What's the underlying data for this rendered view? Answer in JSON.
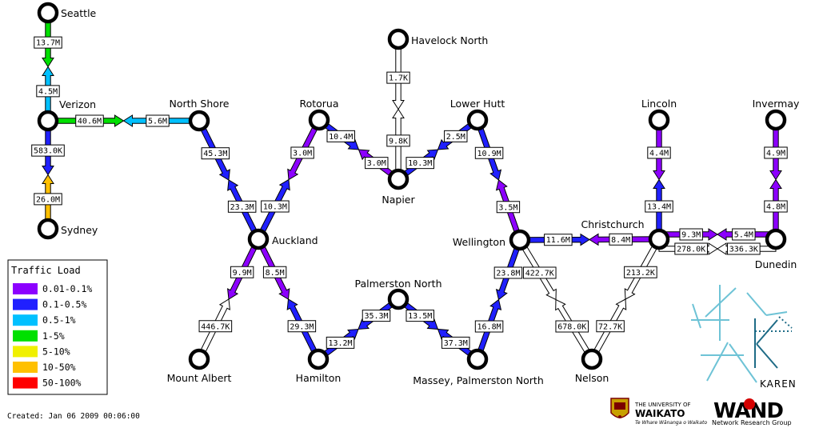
{
  "created": "Created: Jan 06 2009 00:06:00",
  "legend": {
    "title": "Traffic Load",
    "items": [
      {
        "label": "0.01-0.1%",
        "color": "#8c00ff"
      },
      {
        "label": "0.1-0.5%",
        "color": "#2020ff"
      },
      {
        "label": "0.5-1%",
        "color": "#00c0ff"
      },
      {
        "label": "1-5%",
        "color": "#00e000"
      },
      {
        "label": "5-10%",
        "color": "#f0f000"
      },
      {
        "label": "10-50%",
        "color": "#ffc000"
      },
      {
        "label": "50-100%",
        "color": "#ff0000"
      }
    ]
  },
  "nodes": [
    {
      "id": "seattle",
      "label": "Seattle"
    },
    {
      "id": "verizon",
      "label": "Verizon"
    },
    {
      "id": "sydney",
      "label": "Sydney"
    },
    {
      "id": "north_shore",
      "label": "North Shore"
    },
    {
      "id": "auckland",
      "label": "Auckland"
    },
    {
      "id": "rotorua",
      "label": "Rotorua"
    },
    {
      "id": "havelock_north",
      "label": "Havelock North"
    },
    {
      "id": "napier",
      "label": "Napier"
    },
    {
      "id": "lower_hutt",
      "label": "Lower Hutt"
    },
    {
      "id": "wellington",
      "label": "Wellington"
    },
    {
      "id": "christchurch",
      "label": "Christchurch"
    },
    {
      "id": "lincoln",
      "label": "Lincoln"
    },
    {
      "id": "invermay",
      "label": "Invermay"
    },
    {
      "id": "dunedin",
      "label": "Dunedin"
    },
    {
      "id": "mount_albert",
      "label": "Mount Albert"
    },
    {
      "id": "hamilton",
      "label": "Hamilton"
    },
    {
      "id": "palmerston_north",
      "label": "Palmerston North"
    },
    {
      "id": "massey",
      "label": "Massey, Palmerston North"
    },
    {
      "id": "nelson",
      "label": "Nelson"
    }
  ],
  "links": [
    {
      "from": "seattle",
      "to": "verizon",
      "label": "13.7M",
      "color": "#00e000"
    },
    {
      "from": "verizon",
      "to": "seattle",
      "label": "4.5M",
      "color": "#00c0ff"
    },
    {
      "from": "verizon",
      "to": "sydney",
      "label": "583.0K",
      "color": "#2020ff"
    },
    {
      "from": "sydney",
      "to": "verizon",
      "label": "26.0M",
      "color": "#ffc000"
    },
    {
      "from": "verizon",
      "to": "north_shore",
      "label": "40.6M",
      "color": "#00e000"
    },
    {
      "from": "north_shore",
      "to": "verizon",
      "label": "5.6M",
      "color": "#00c0ff"
    },
    {
      "from": "north_shore",
      "to": "auckland",
      "label": "45.3M",
      "color": "#2020ff"
    },
    {
      "from": "auckland",
      "to": "north_shore",
      "label": "23.3M",
      "color": "#2020ff"
    },
    {
      "from": "rotorua",
      "to": "auckland",
      "label": "3.0M",
      "color": "#8c00ff"
    },
    {
      "from": "auckland",
      "to": "rotorua",
      "label": "10.3M",
      "color": "#2020ff"
    },
    {
      "from": "rotorua",
      "to": "napier",
      "label": "10.4M",
      "color": "#2020ff"
    },
    {
      "from": "napier",
      "to": "rotorua",
      "label": "3.0M",
      "color": "#8c00ff"
    },
    {
      "from": "havelock_north",
      "to": "napier",
      "label": "1.7K",
      "color": "#ffffff"
    },
    {
      "from": "napier",
      "to": "havelock_north",
      "label": "9.8K",
      "color": "#ffffff"
    },
    {
      "from": "napier",
      "to": "lower_hutt",
      "label": "10.3M",
      "color": "#2020ff"
    },
    {
      "from": "lower_hutt",
      "to": "napier",
      "label": "2.5M",
      "color": "#2020ff"
    },
    {
      "from": "lower_hutt",
      "to": "wellington",
      "label": "10.9M",
      "color": "#2020ff"
    },
    {
      "from": "wellington",
      "to": "lower_hutt",
      "label": "3.5M",
      "color": "#8c00ff"
    },
    {
      "from": "wellington",
      "to": "christchurch",
      "label": "11.6M",
      "color": "#2020ff"
    },
    {
      "from": "christchurch",
      "to": "wellington",
      "label": "8.4M",
      "color": "#8c00ff"
    },
    {
      "from": "lincoln",
      "to": "christchurch",
      "label": "4.4M",
      "color": "#8c00ff"
    },
    {
      "from": "christchurch",
      "to": "lincoln",
      "label": "13.4M",
      "color": "#2020ff"
    },
    {
      "from": "invermay",
      "to": "dunedin",
      "label": "4.9M",
      "color": "#8c00ff"
    },
    {
      "from": "dunedin",
      "to": "invermay",
      "label": "4.8M",
      "color": "#8c00ff"
    },
    {
      "from": "christchurch",
      "to": "dunedin",
      "label": "9.3M",
      "color": "#8c00ff"
    },
    {
      "from": "dunedin",
      "to": "christchurch",
      "label": "5.4M",
      "color": "#8c00ff"
    },
    {
      "from": "christchurch",
      "to": "dunedin",
      "label": "278.0K",
      "color": "#ffffff"
    },
    {
      "from": "dunedin",
      "to": "christchurch",
      "label": "336.3K",
      "color": "#ffffff"
    },
    {
      "from": "auckland",
      "to": "mount_albert",
      "label": "9.9M",
      "color": "#8c00ff"
    },
    {
      "from": "mount_albert",
      "to": "auckland",
      "label": "446.7K",
      "color": "#ffffff"
    },
    {
      "from": "auckland",
      "to": "hamilton",
      "label": "8.5M",
      "color": "#8c00ff"
    },
    {
      "from": "hamilton",
      "to": "auckland",
      "label": "29.3M",
      "color": "#2020ff"
    },
    {
      "from": "hamilton",
      "to": "palmerston_north",
      "label": "13.2M",
      "color": "#2020ff"
    },
    {
      "from": "palmerston_north",
      "to": "hamilton",
      "label": "35.3M",
      "color": "#2020ff"
    },
    {
      "from": "palmerston_north",
      "to": "massey",
      "label": "13.5M",
      "color": "#2020ff"
    },
    {
      "from": "massey",
      "to": "palmerston_north",
      "label": "37.3M",
      "color": "#2020ff"
    },
    {
      "from": "massey",
      "to": "wellington",
      "label": "16.8M",
      "color": "#2020ff"
    },
    {
      "from": "wellington",
      "to": "massey",
      "label": "23.8M",
      "color": "#2020ff"
    },
    {
      "from": "wellington",
      "to": "nelson",
      "label": "422.7K",
      "color": "#ffffff"
    },
    {
      "from": "nelson",
      "to": "wellington",
      "label": "678.0K",
      "color": "#ffffff"
    },
    {
      "from": "nelson",
      "to": "christchurch",
      "label": "72.7K",
      "color": "#ffffff"
    },
    {
      "from": "christchurch",
      "to": "nelson",
      "label": "213.2K",
      "color": "#ffffff"
    }
  ],
  "logos": {
    "karen": "KAREN",
    "waikato_small": "THE UNIVERSITY OF",
    "waikato_big": "WAIKATO",
    "waikato_motto": "Te Whare Wānanga o Waikato",
    "wand": "WAND",
    "wand_sub": "Network Research Group"
  }
}
